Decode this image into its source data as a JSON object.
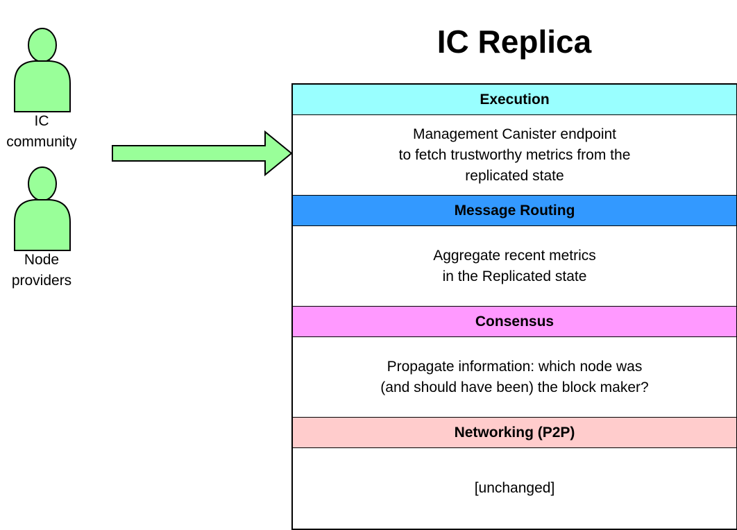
{
  "title": "IC Replica",
  "actors": [
    {
      "label": "IC\ncommunity",
      "icon": "person-icon",
      "color": "#99FF99"
    },
    {
      "label": "Node\nproviders",
      "icon": "person-icon",
      "color": "#99FF99"
    }
  ],
  "arrow": {
    "color": "#99FF99"
  },
  "layers": [
    {
      "name": "Execution",
      "color": "#99FFFF",
      "description": "Management Canister endpoint\n to fetch trustworthy metrics from the\nreplicated state"
    },
    {
      "name": "Message Routing",
      "color": "#3399FF",
      "description": "Aggregate recent metrics\nin the Replicated state"
    },
    {
      "name": "Consensus",
      "color": "#FF99FF",
      "description": "Propagate information: which node was\n(and should have been) the block maker?"
    },
    {
      "name": "Networking (P2P)",
      "color": "#FFCCCC",
      "description": "[unchanged]"
    }
  ]
}
